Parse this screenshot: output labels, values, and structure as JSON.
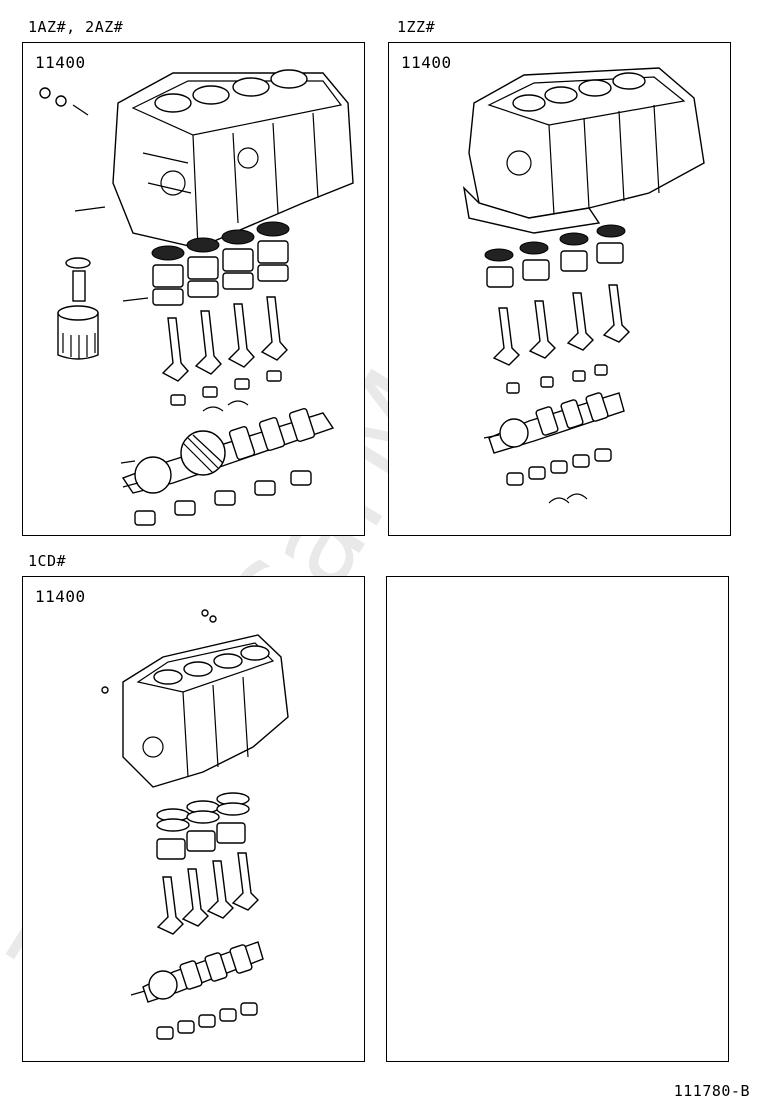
{
  "watermark": "ToyotaCarMart.ru",
  "panels": [
    {
      "caption": "1AZ#, 2AZ#",
      "part_no": "11400"
    },
    {
      "caption": "1ZZ#",
      "part_no": "11400"
    },
    {
      "caption": "1CD#",
      "part_no": "11400"
    },
    {
      "caption": "",
      "part_no": ""
    }
  ],
  "footer_code": "111780-B",
  "icons": [
    "engine-block-icon",
    "piston-icon",
    "connecting-rod-icon",
    "crankshaft-icon",
    "oil-filter-icon",
    "bearing-icon"
  ]
}
